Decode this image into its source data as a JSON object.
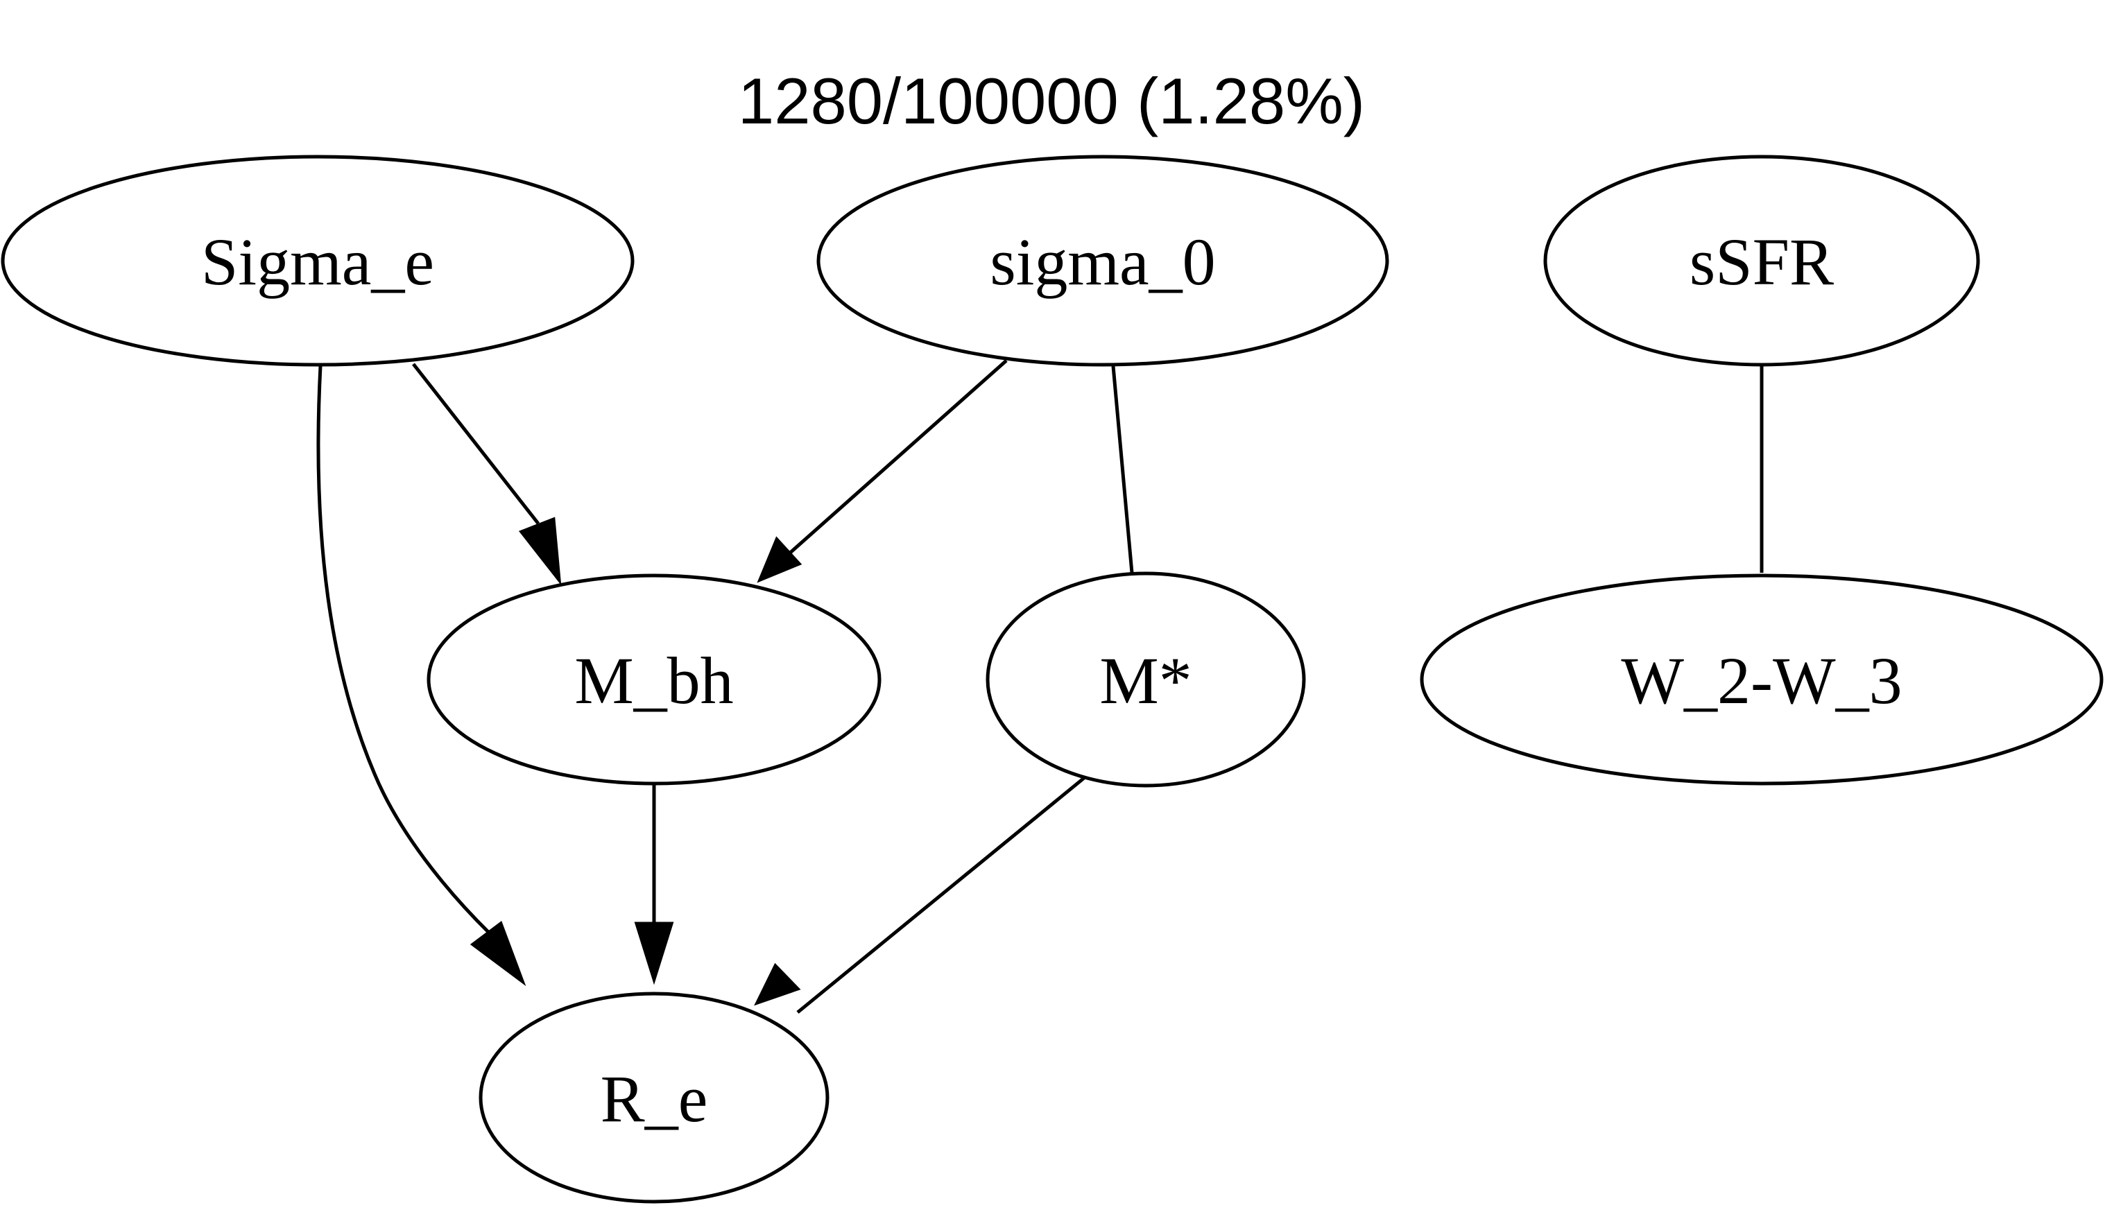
{
  "title": "1280/100000 (1.28%)",
  "nodes": [
    {
      "id": "sigma_e",
      "label": "Sigma_e"
    },
    {
      "id": "sigma_0",
      "label": "sigma_0"
    },
    {
      "id": "ssfr",
      "label": "sSFR"
    },
    {
      "id": "m_bh",
      "label": "M_bh"
    },
    {
      "id": "m_star",
      "label": "M*"
    },
    {
      "id": "w2w3",
      "label": "W_2-W_3"
    },
    {
      "id": "r_e",
      "label": "R_e"
    }
  ],
  "edges": [
    {
      "from": "Sigma_e",
      "to": "M_bh",
      "directed": true
    },
    {
      "from": "Sigma_e",
      "to": "R_e",
      "directed": true
    },
    {
      "from": "sigma_0",
      "to": "M_bh",
      "directed": true
    },
    {
      "from": "sigma_0",
      "to": "M*",
      "directed": false
    },
    {
      "from": "M_bh",
      "to": "R_e",
      "directed": true
    },
    {
      "from": "M*",
      "to": "R_e",
      "directed": true
    },
    {
      "from": "sSFR",
      "to": "W_2-W_3",
      "directed": false
    }
  ],
  "colors": {
    "stroke": "#000000",
    "fill": "#ffffff",
    "background": "#ffffff"
  }
}
